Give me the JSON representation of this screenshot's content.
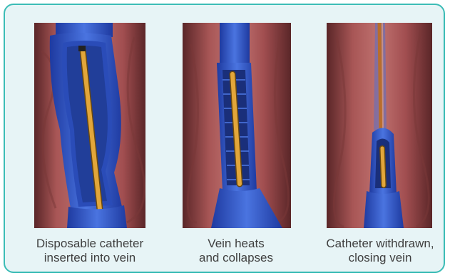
{
  "figure": {
    "panels": [
      {
        "caption": "Disposable catheter\ninserted into vein"
      },
      {
        "caption": "Vein heats\nand collapses"
      },
      {
        "caption": "Catheter withdrawn,\nclosing vein"
      }
    ]
  }
}
